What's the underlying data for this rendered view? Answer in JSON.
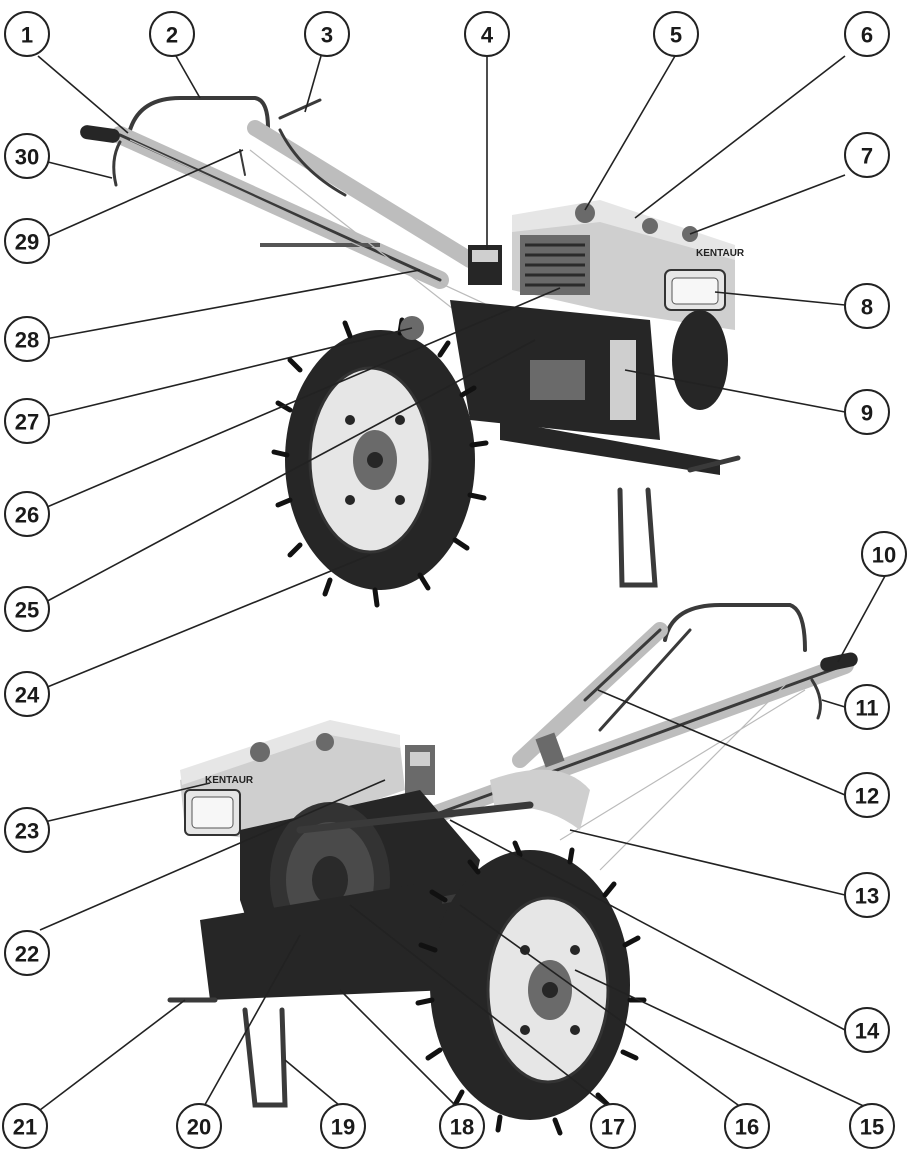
{
  "diagram": {
    "callouts": [
      {
        "id": "1",
        "label": "1"
      },
      {
        "id": "2",
        "label": "2"
      },
      {
        "id": "3",
        "label": "3"
      },
      {
        "id": "4",
        "label": "4"
      },
      {
        "id": "5",
        "label": "5"
      },
      {
        "id": "6",
        "label": "6"
      },
      {
        "id": "7",
        "label": "7"
      },
      {
        "id": "8",
        "label": "8"
      },
      {
        "id": "9",
        "label": "9"
      },
      {
        "id": "10",
        "label": "10"
      },
      {
        "id": "11",
        "label": "11"
      },
      {
        "id": "12",
        "label": "12"
      },
      {
        "id": "13",
        "label": "13"
      },
      {
        "id": "14",
        "label": "14"
      },
      {
        "id": "15",
        "label": "15"
      },
      {
        "id": "16",
        "label": "16"
      },
      {
        "id": "17",
        "label": "17"
      },
      {
        "id": "18",
        "label": "18"
      },
      {
        "id": "19",
        "label": "19"
      },
      {
        "id": "20",
        "label": "20"
      },
      {
        "id": "21",
        "label": "21"
      },
      {
        "id": "22",
        "label": "22"
      },
      {
        "id": "23",
        "label": "23"
      },
      {
        "id": "24",
        "label": "24"
      },
      {
        "id": "25",
        "label": "25"
      },
      {
        "id": "26",
        "label": "26"
      },
      {
        "id": "27",
        "label": "27"
      },
      {
        "id": "28",
        "label": "28"
      },
      {
        "id": "29",
        "label": "29"
      },
      {
        "id": "30",
        "label": "30"
      }
    ],
    "brand_plate_text": "KENTAUR",
    "colors": {
      "outline": "#222222",
      "metal_light": "#cfcfcf",
      "metal_dark": "#262626",
      "background": "#ffffff"
    }
  }
}
